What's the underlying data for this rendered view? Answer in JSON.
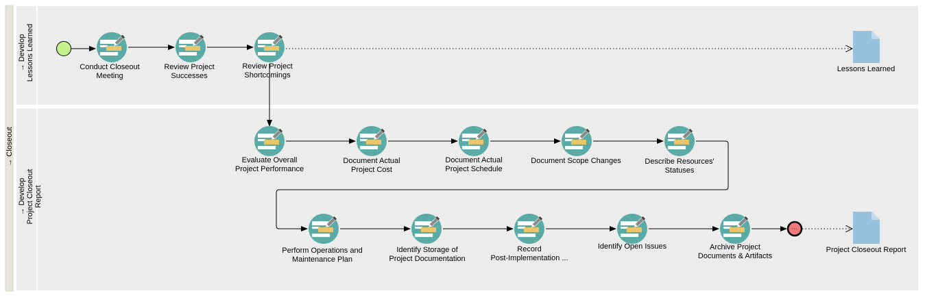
{
  "pool": {
    "name": "→ Closeout"
  },
  "lanes": [
    {
      "name": "→ Develop\nLessons Learned"
    },
    {
      "name": "→ Develop\nProject Closeout\nReport"
    }
  ],
  "tasks": [
    "Conduct Closeout\nMeeting",
    "Review Project\nSuccesses",
    "Review Project\nShortcomings",
    "Evaluate Overall\nProject Performance",
    "Document Actual\nProject Cost",
    "Document Actual\nProject Schedule",
    "Document Scope Changes",
    "Describe Resources'\nStatuses",
    "Perform Operations and\nMaintenance Plan",
    "Identify Storage of\nProject Documentation",
    "Record\nPost-Implementation ...",
    "Identify Open Issues",
    "Archive Project\nDocuments & Artifacts"
  ],
  "documents": [
    "Lessons Learned",
    "Project Closeout Report"
  ],
  "colors": {
    "lane_bg": "#ececec",
    "pool_bar": "#e5e5da",
    "task_circle": "#5aaba5",
    "start_event": "#c6f08c",
    "end_event": "#ee7a7a",
    "document": "#97c1dc",
    "icon_note": "#e9c56d"
  }
}
